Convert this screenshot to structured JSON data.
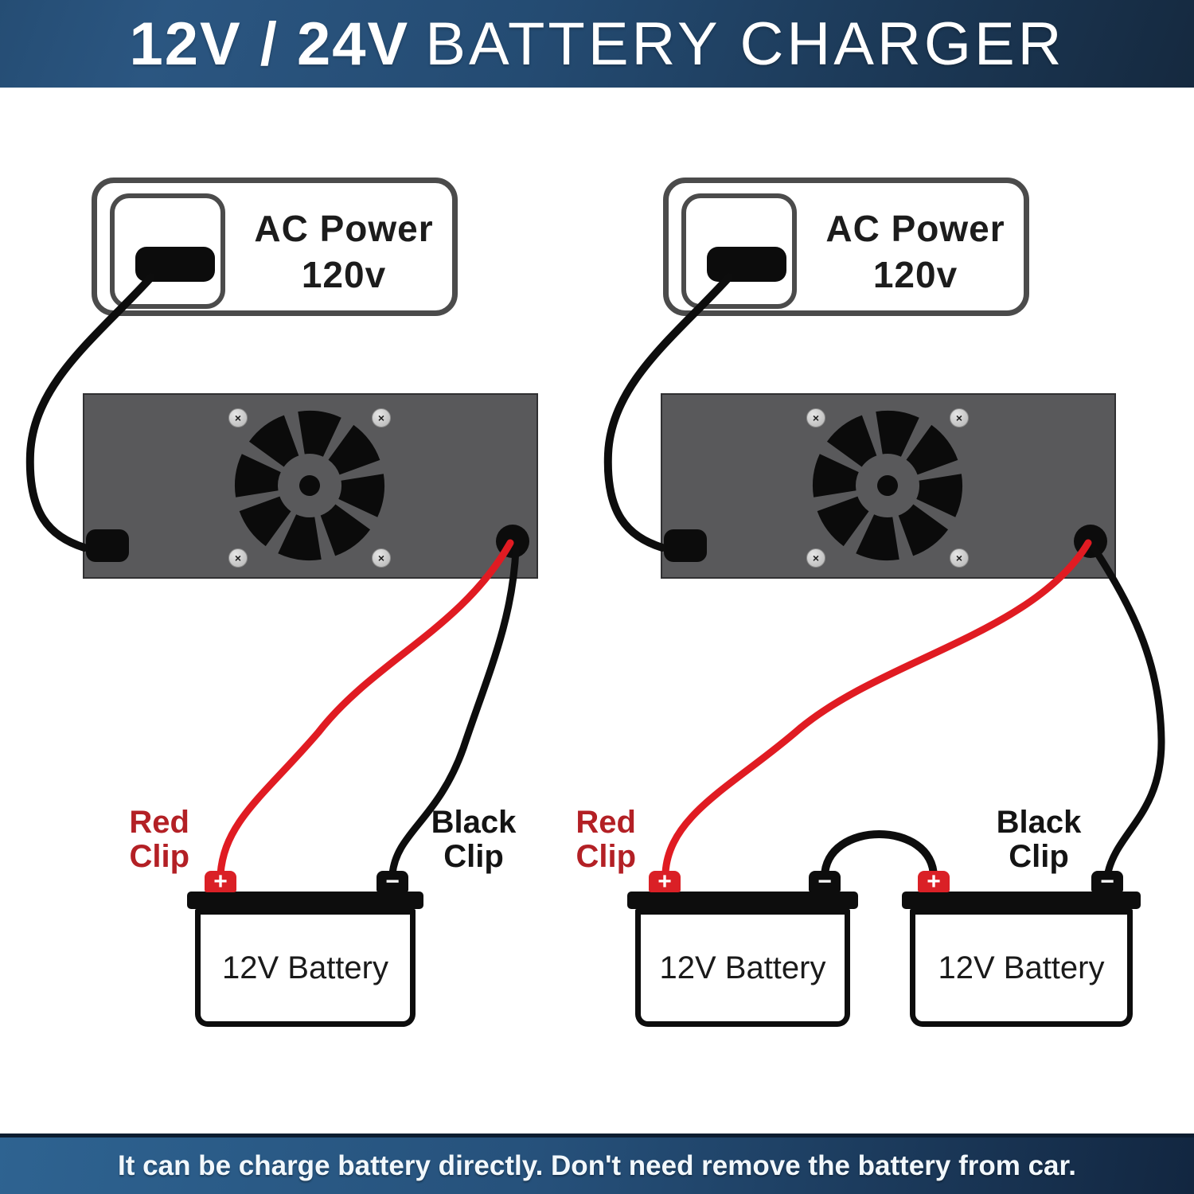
{
  "header": {
    "title_strong": "12V / 24V",
    "title_light": "BATTERY CHARGER"
  },
  "footer": {
    "note": "It can be charge battery directly. Don't need remove the battery from car."
  },
  "left_diagram": {
    "ac_power": {
      "line1": "AC Power",
      "line2": "120v"
    },
    "red_clip": {
      "line1": "Red",
      "line2": "Clip"
    },
    "black_clip": {
      "line1": "Black",
      "line2": "Clip"
    },
    "battery": {
      "label": "12V Battery",
      "positive": "+",
      "negative": "−"
    }
  },
  "right_diagram": {
    "ac_power": {
      "line1": "AC Power",
      "line2": "120v"
    },
    "red_clip": {
      "line1": "Red",
      "line2": "Clip"
    },
    "black_clip": {
      "line1": "Black",
      "line2": "Clip"
    },
    "battery_a": {
      "label": "12V Battery",
      "positive": "+",
      "negative": "−"
    },
    "battery_b": {
      "label": "12V Battery",
      "positive": "+",
      "negative": "−"
    }
  },
  "icons": {
    "screw": "×"
  },
  "colors": {
    "header_gradient_start": "#2b5681",
    "header_gradient_end": "#15293f",
    "footer_gradient_start": "#2e6391",
    "footer_gradient_end": "#122640",
    "charger_body": "#59595b",
    "fan_black": "#0b0b0b",
    "wire_red": "#e01b22",
    "wire_black": "#0d0d0d",
    "terminal_red": "#da2026",
    "clip_text_red": "#b32025",
    "text_dark": "#1c1c1c"
  }
}
